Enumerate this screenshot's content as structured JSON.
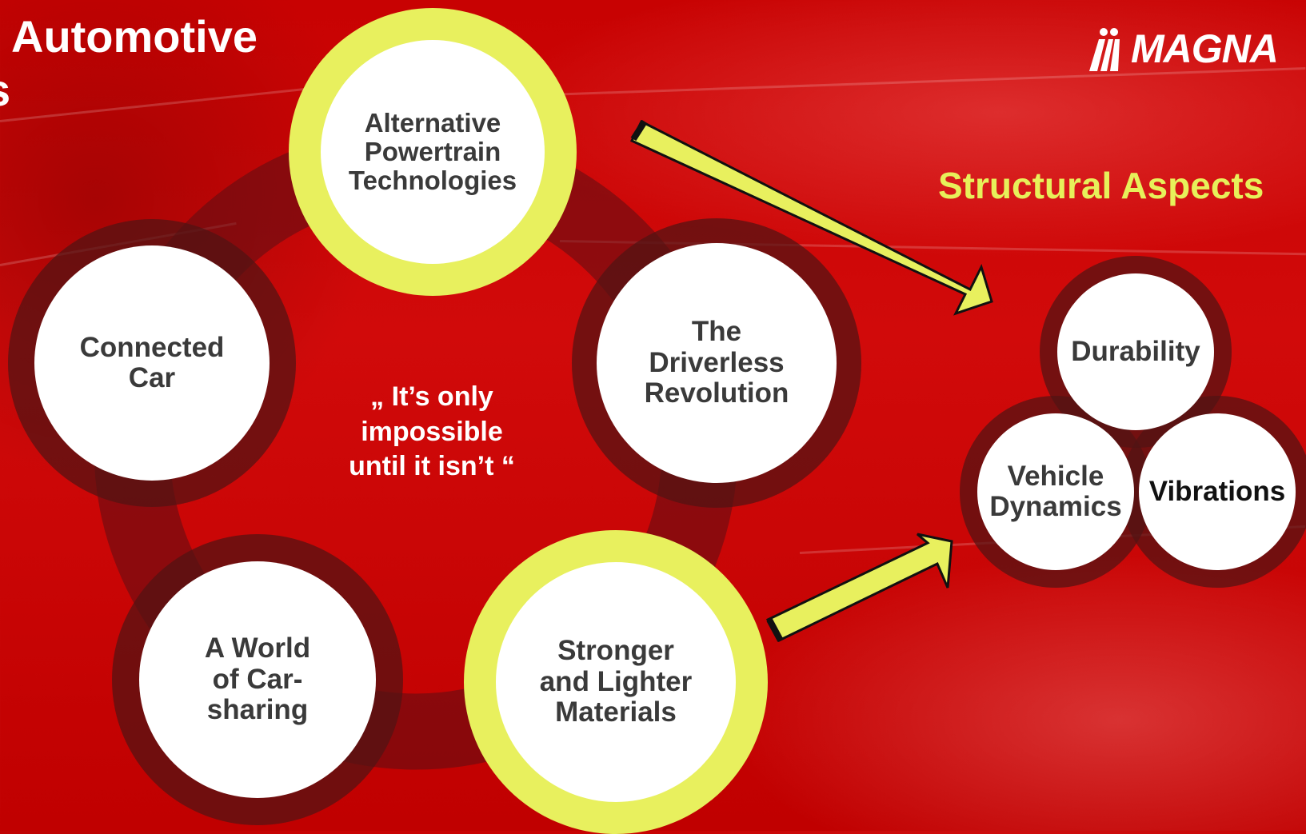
{
  "slide": {
    "title": "Automotive",
    "title_fragment": "s"
  },
  "logo": {
    "text": "MAGNA",
    "icon": "magna-figures-icon"
  },
  "section_title": "Structural Aspects",
  "quote": "„ It’s only\nimpossible\nuntil it isn’t “",
  "trends": [
    {
      "label": "Alternative\nPowertrain\nTechnologies",
      "style": "highlighted"
    },
    {
      "label": "The\nDriverless\nRevolution",
      "style": "normal"
    },
    {
      "label": "Connected\nCar",
      "style": "normal"
    },
    {
      "label": "A World\nof Car-\nsharing",
      "style": "normal"
    },
    {
      "label": "Stronger\nand Lighter\nMaterials",
      "style": "highlighted"
    }
  ],
  "aspects": [
    {
      "label": "Durability"
    },
    {
      "label": "Vehicle\nDynamics"
    },
    {
      "label": "Vibrations"
    }
  ],
  "colors": {
    "background": "#c80202",
    "highlight": "#e8f05e",
    "ring_dark": "#50141a",
    "text": "#3a3a3a",
    "title": "#ffffff"
  }
}
